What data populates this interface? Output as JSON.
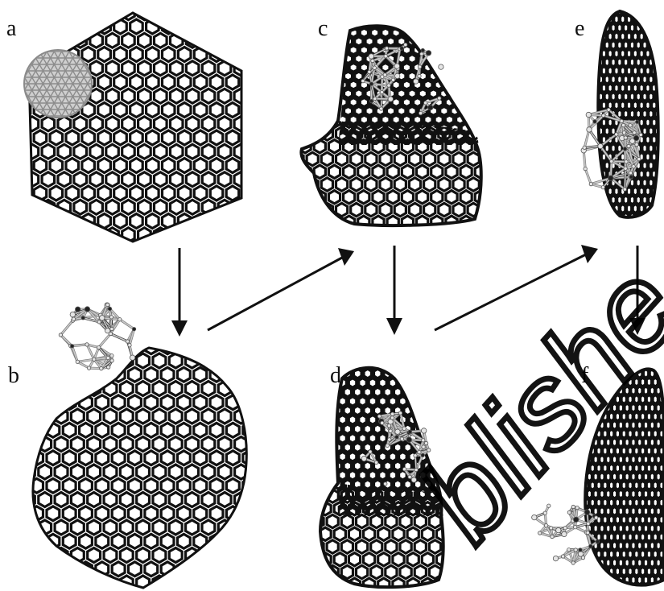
{
  "figure": {
    "panels": [
      {
        "id": "a",
        "label": "a"
      },
      {
        "id": "b",
        "label": "b"
      },
      {
        "id": "c",
        "label": "c"
      },
      {
        "id": "d",
        "label": "d"
      },
      {
        "id": "e",
        "label": "e"
      },
      {
        "id": "f",
        "label": "f"
      }
    ],
    "arrows": [
      {
        "from": "a",
        "to": "b",
        "direction": "down"
      },
      {
        "from": "b",
        "to": "c",
        "direction": "up-right"
      },
      {
        "from": "c",
        "to": "d",
        "direction": "down"
      },
      {
        "from": "d",
        "to": "e",
        "direction": "up-right"
      },
      {
        "from": "e",
        "to": "f",
        "direction": "down"
      }
    ],
    "colors": {
      "lattice": "#111111",
      "cluster": "#c9c9c9",
      "cluster_edge": "#7a7a7a",
      "arrow": "#111111"
    },
    "watermark": "blishe"
  }
}
